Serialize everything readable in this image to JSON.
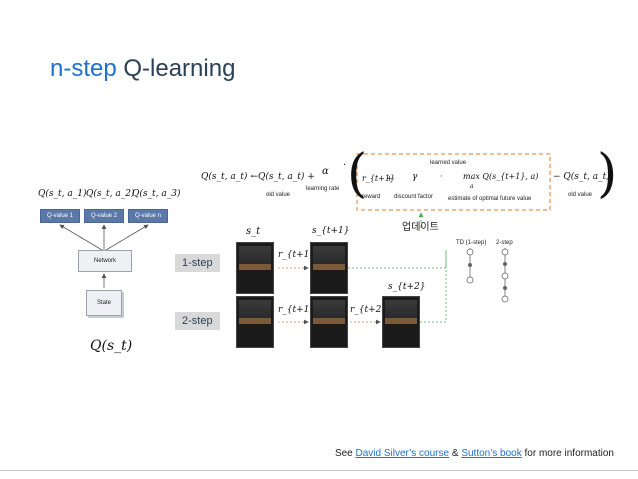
{
  "title": {
    "accent": "n-step",
    "rest": " Q-learning"
  },
  "network": {
    "q_labels": [
      "Q(s_t, a_1)",
      "Q(s_t, a_2)",
      "Q(s_t, a_3)"
    ],
    "q_boxes": [
      "Q-value 1",
      "Q-value 2",
      "Q-value n"
    ],
    "network_label": "Network",
    "state_label": "State",
    "output_label": "Q(s_t)"
  },
  "equation": {
    "lhs": "Q(s_t, a_t) ←",
    "old": "Q(s_t, a_t) +",
    "old_note": "old value",
    "alpha": "α",
    "alpha_note": "learning rate",
    "dot": "·",
    "learned_note": "learned value",
    "reward": "r_{t+1}",
    "reward_note": "reward",
    "plus": "+",
    "gamma": "γ",
    "gamma_note": "discount factor",
    "max": "max Q(s_{t+1}, a)",
    "max_sub": "a",
    "max_note": "estimate of optimal future value",
    "minus": "− Q(s_t, a_t)",
    "minus_note": "old value"
  },
  "update_label": "업데이트",
  "steps": {
    "one_step": "1-step",
    "two_step": "2-step",
    "s_t": "s_t",
    "s_t1": "s_{t+1}",
    "s_t2": "s_{t+2}",
    "r_t1": "r_{t+1}",
    "r_t1b": "r_{t+1}",
    "r_t2": "r_{t+2}"
  },
  "td": {
    "td1": "TD (1-step)",
    "td2": "2-step"
  },
  "footer": {
    "see": "See ",
    "link1": "David Silver’s course",
    "amp": " & ",
    "link2": "Sutton’s book",
    "rest": " for more information"
  },
  "colors": {
    "accent": "#1f6fcf",
    "title": "#2b3f55",
    "dashed_orange": "#e07b2a",
    "green": "#4caf50"
  }
}
